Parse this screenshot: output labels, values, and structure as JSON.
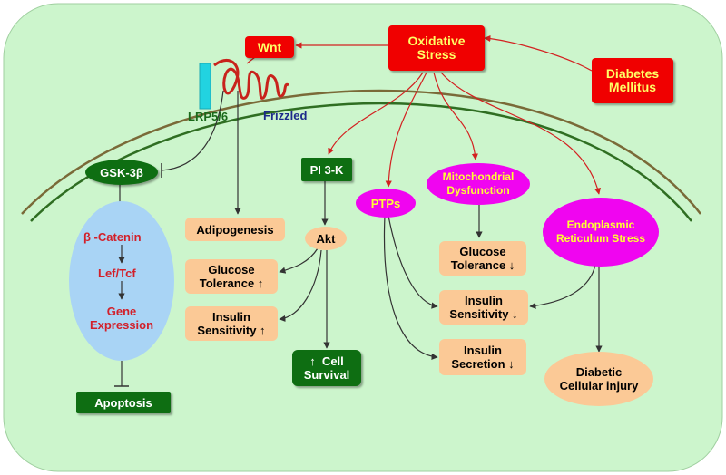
{
  "nodes": {
    "oxidative_stress": "Oxidative\nStress",
    "wnt": "Wnt",
    "diabetes": "Diabetes\nMellitus",
    "lrp": "LRP5/6",
    "frizzled": "Frizzled",
    "gsk": "GSK-3β",
    "beta_catenin": "β -Catenin",
    "lef_tcf": "Lef/Tcf",
    "gene_expression": "Gene\nExpression",
    "apoptosis": "Apoptosis",
    "adipogenesis": "Adipogenesis",
    "glucose_tol_up": "Glucose\nTolerance ↑",
    "insulin_sens_up": "Insulin\nSensitivity ↑",
    "pi3k": "PI 3-K",
    "akt": "Akt",
    "cell_survival": "↑  Cell\nSurvival",
    "ptps": "PTPs",
    "mito": "Mitochondrial\nDysfunction",
    "glucose_tol_down": "Glucose\nTolerance ↓",
    "insulin_sens_down": "Insulin\nSensitivity ↓",
    "insulin_sec_down": "Insulin\nSecretion ↓",
    "er_stress": "Endoplasmic\nReticulum Stress",
    "diabetic_injury": "Diabetic\nCellular injury"
  },
  "colors": {
    "background": "#ccf5cc",
    "red_box": "#f00000",
    "red_text": "#ffff66",
    "peach": "#fbc996",
    "dark_green": "#0e6e12",
    "magenta": "#f005f0",
    "blue_ellipse": "#a9d4f5",
    "membrane": "#5a6a28",
    "receptor": "#22d3e0",
    "frizzled_coil": "#c8231c",
    "red_arrow": "#d32020",
    "black_arrow": "#333333"
  }
}
